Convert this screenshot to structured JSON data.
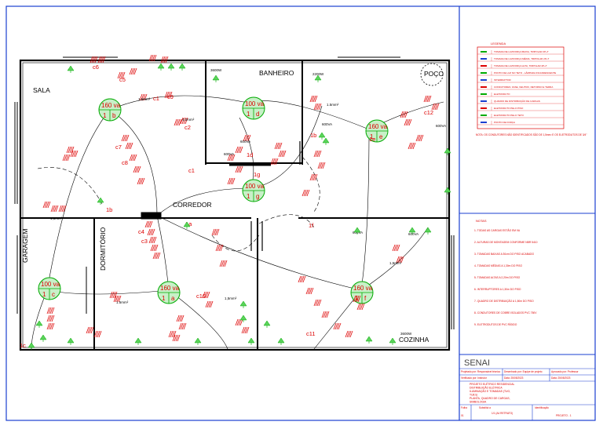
{
  "rooms": {
    "sala": "SALA",
    "banheiro": "BANHEIRO",
    "poco": "POÇO",
    "corredor": "CORREDOR",
    "garagem": "GARAGEM",
    "dormitorio": "DORMITÓRIO",
    "cozinha": "COZINHA"
  },
  "lights": [
    {
      "id": "sala",
      "power": "160 va",
      "circuit": "1",
      "switch": "b"
    },
    {
      "id": "banheiro",
      "power": "100 va",
      "circuit": "1",
      "switch": "d"
    },
    {
      "id": "poco",
      "power": "160 va",
      "circuit": "1",
      "switch": "e"
    },
    {
      "id": "corredor",
      "power": "100 va",
      "circuit": "1",
      "switch": "g"
    },
    {
      "id": "garagem",
      "power": "100 va",
      "circuit": "1",
      "switch": "c"
    },
    {
      "id": "dormitorio",
      "power": "160 va",
      "circuit": "1",
      "switch": "a"
    },
    {
      "id": "cozinha",
      "power": "160 va",
      "circuit": "1",
      "switch": "f"
    }
  ],
  "circuit_labels": [
    "c6",
    "c5",
    "c1",
    "c9",
    "c2",
    "c7",
    "c8",
    "c4",
    "c3",
    "c10",
    "c11",
    "c12",
    "c1"
  ],
  "switch_labels": [
    "1b",
    "1a",
    "1c",
    "1f",
    "1d",
    "1g",
    "1b",
    "1e"
  ],
  "loads": [
    "3600W",
    "2200W",
    "600VA",
    "600VA",
    "600VA",
    "600VA",
    "600VA",
    "600VA",
    "3600W"
  ],
  "wire_labels": [
    "1.5mm²",
    "4,0mm²",
    "1.5mm²",
    "1,5mm²",
    "1.5mm²",
    "1,5mm²",
    "1,5mm²"
  ],
  "legend": {
    "title": "LEGENDA",
    "rows": [
      "TOMADA DE LUZ/FORÇA BAIXA, TRIPOLAR 2P+T",
      "TOMADA DE LUZ/FORÇA MÉDIA, TRIPOLAR 2P+T",
      "TOMADA DE LUZ/FORÇA ALTA, TRIPOLAR 2P+T",
      "PONTO DE LUZ NO TETO - LÂMPADA INCANDESCENTE",
      "INTERRUPTOR",
      "CONDUTORES: FASE, NEUTRO, RETORNO E TERRA",
      "ELETRODUTO",
      "QUADRO DE DISTRIBUIÇÃO DE CARGAS",
      "ELETRODUTO PELO PISO",
      "ELETRODUTO PELO TETO",
      "PONTO DE FORÇA"
    ],
    "notes": "NOTA: OS CONDUTORES NÃO IDENTIFICADOS SÃO DE 1,5mm² E OS ELETRODUTOS DE 3/4\""
  },
  "notes_panel": {
    "title": "NOTAS",
    "lines": [
      "1- TODAS AS CARGAS ESTÃO EM VA",
      "2- ALTURAS DE MONTAGEM CONFORME NBR 5410",
      "3- TOMADAS BAIXAS A 30cm DO PISO ACABADO",
      "4- TOMADAS MÉDIAS A 1,30m DO PISO",
      "5- TOMADAS ALTAS A 2,20m DO PISO",
      "6- INTERRUPTORES A 1,30m DO PISO",
      "7- QUADRO DE DISTRIBUIÇÃO A 1,50m DO PISO",
      "8- CONDUTORES DE COBRE ISOLADOS PVC 750V",
      "9- ELETRODUTOS DE PVC RÍGIDO"
    ]
  },
  "title_block": {
    "org": "SENAI",
    "row1": [
      "Projetado por: Responsável técnico",
      "Desenhado por: Equipe de projeto",
      "Aprovado por: Professor",
      "Data: 25/05/2023"
    ],
    "row2": [
      "Verificado por: Instrutor",
      "Data: 25/05/2023",
      "Data: 25/05/2023"
    ],
    "description": [
      "PROJETO ELÉTRICO RESIDENCIAL",
      "DISTRIBUIÇÃO ELÉTRICA",
      "ILUMINAÇÃO E TOMADAS (TUG,",
      "TUE's)",
      "PLANTA, QUADRO DE CARGAS,",
      "SIMBOLOGIA"
    ],
    "footer": [
      "Folha",
      "Substitui a",
      "Identificação",
      "01",
      "1/1 (A4 RETRATO)",
      "PROJETO - 1"
    ]
  }
}
